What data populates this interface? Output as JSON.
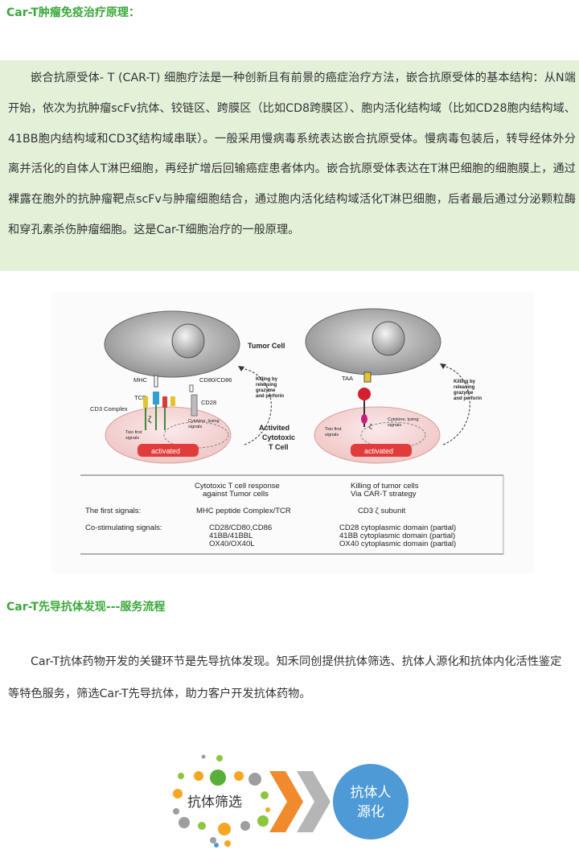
{
  "heading1": "Car-T肿瘤免疫治疗原理：",
  "intro": "嵌合抗原受体- T (CAR-T) 细胞疗法是一种创新且有前景的癌症治疗方法，嵌合抗原受体的基本结构：从N端开始，依次为抗肿瘤scFv抗体、铰链区、跨膜区（比如CD8跨膜区）、胞内活化结构域（比如CD28胞内结构域、41BB胞内结构域和CD3ζ结构域串联）。一般采用慢病毒系统表达嵌合抗原受体。慢病毒包装后，转导经体外分离并活化的自体人T淋巴细胞，再经扩增后回输癌症患者体内。嵌合抗原受体表达在T淋巴细胞的细胞膜上，通过裸露在胞外的抗肿瘤靶点scFv与肿瘤细胞结合，通过胞内活化结构域活化T淋巴细胞，后者最后通过分泌颗粒酶和穿孔素杀伤肿瘤细胞。这是Car-T细胞治疗的一般原理。",
  "figure": {
    "tumor_cell": "Tumor Cell",
    "mhc": "MHC",
    "tcr": "TCR",
    "cd80_86": "CD80/CD86",
    "cd28": "CD28",
    "cd3_complex": "CD3 Complex",
    "taa": "TAA",
    "killing": [
      "Killing by",
      "releasing",
      "grazyme",
      "and perforin"
    ],
    "zeta": "ζ",
    "cytokine": [
      "Cytokine, lysing",
      "signals"
    ],
    "two_first": [
      "Two first",
      "signals"
    ],
    "activated": "activated",
    "tcell": [
      "Activited",
      "Cytotoxic",
      "T Cell"
    ],
    "table": {
      "col1_header": [
        "Cytotoxic T cell response",
        "against Tumor cells"
      ],
      "col2_header": [
        "Killing of tumor cells",
        "Via CAR-T strategy"
      ],
      "row1_label": "The first signals:",
      "row1_col1": "MHC peptide Complex/TCR",
      "row1_col2": "CD3 ζ subunit",
      "row2_label": "Co-stimulating signals:",
      "row2_col1": [
        "CD28/CD80,CD86",
        "41BB/41BBL",
        "OX40/OX40L"
      ],
      "row2_col2": [
        "CD28 cytoplasmic domain (partial)",
        "41BB cytoplasmic domain (partial)",
        "OX40 cytoplasmic domain (partial)"
      ]
    }
  },
  "heading2": "Car-T先导抗体发现---服务流程",
  "para2": "Car-T抗体药物开发的关键环节是先导抗体发现。知禾同创提供抗体筛选、抗体人源化和抗体内化活性鉴定等特色服务，筛选Car-T先导抗体，助力客户开发抗体药物。",
  "flow": {
    "step1": "抗体筛选",
    "step2": [
      "抗体人",
      "源化"
    ]
  },
  "colors": {
    "heading": "#3aa83a",
    "intro_bg": "#e3f1d9",
    "arrow_orange": "#f08a2c",
    "arrow_gray": "#b5b5b5",
    "circle_blue": "#4e9ad6"
  }
}
